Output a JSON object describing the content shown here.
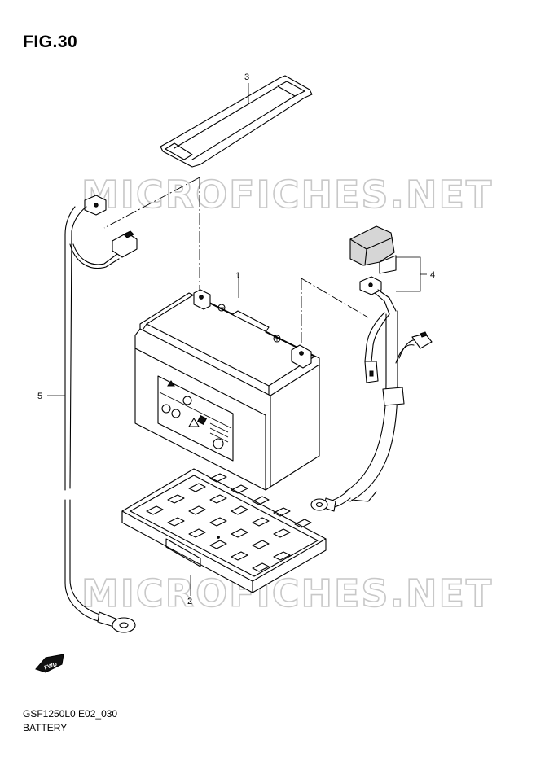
{
  "figure": {
    "title": "FIG.30",
    "code": "GSF1250L0 E02_030",
    "name": "BATTERY"
  },
  "watermark": {
    "text": "MICROFICHES.NET"
  },
  "callouts": {
    "part_1": "1",
    "part_2": "2",
    "part_3": "3",
    "part_4": "4",
    "part_5": "5"
  },
  "front_indicator": {
    "label": "FWD",
    "icon": "fwd-arrow-icon"
  }
}
